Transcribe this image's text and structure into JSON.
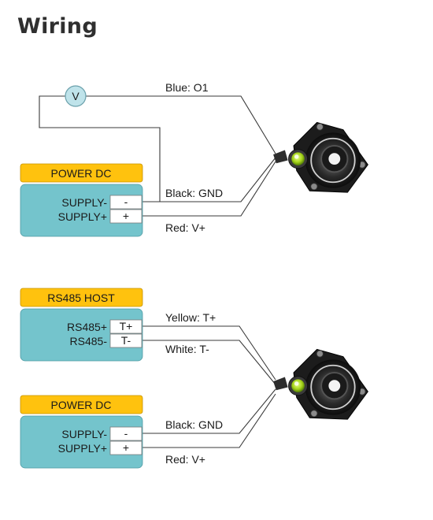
{
  "title": "Wiring",
  "diagram1": {
    "voltmeter": "V",
    "wire_labels": {
      "blue": "Blue: O1",
      "black": "Black: GND",
      "red": "Red: V+"
    },
    "power": {
      "header": "POWER DC",
      "pins": [
        "SUPPLY-",
        "SUPPLY+"
      ],
      "terminals": [
        "-",
        "+"
      ]
    }
  },
  "diagram2": {
    "wire_labels": {
      "yellow": "Yellow: T+",
      "white": "White: T-",
      "black": "Black: GND",
      "red": "Red: V+"
    },
    "rs485": {
      "header": "RS485 HOST",
      "pins": [
        "RS485+",
        "RS485-"
      ],
      "terminals": [
        "T+",
        "T-"
      ]
    },
    "power": {
      "header": "POWER DC",
      "pins": [
        "SUPPLY-",
        "SUPPLY+"
      ],
      "terminals": [
        "-",
        "+"
      ]
    }
  },
  "sensor_icon": "sensor-with-bubble-level-icon"
}
